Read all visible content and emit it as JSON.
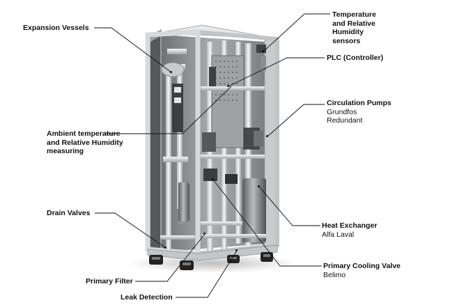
{
  "labels": {
    "expansion_vessels": "Expansion Vessels",
    "temp_rh_sensors": [
      "Temperature",
      "and Relative",
      "Humidity",
      "sensors"
    ],
    "plc": "PLC (Controller)",
    "circulation_pumps": {
      "title": "Circulation Pumps",
      "lines": [
        "Grundfos",
        "Redundant"
      ]
    },
    "ambient": [
      "Ambient temperature",
      "and Relative Humidity",
      "measuring"
    ],
    "drain_valves": "Drain Valves",
    "heat_exchanger": {
      "title": "Heat Exchanger",
      "brand": "Alfa Laval"
    },
    "primary_cooling_valve": {
      "title": "Primary Cooling Valve",
      "brand": "Belimo"
    },
    "primary_filter": "Primary Filter",
    "leak_detection": "Leak Detection"
  }
}
